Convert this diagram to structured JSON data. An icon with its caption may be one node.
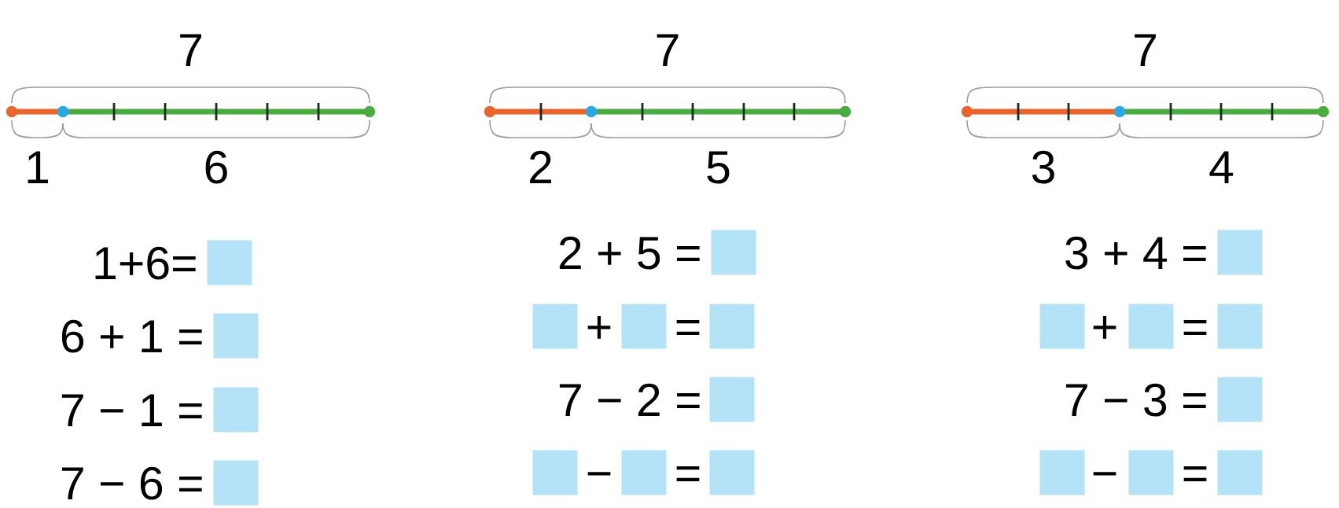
{
  "diagram": {
    "nodes": [
      {
        "text": [],
        "shape": "box"
      },
      {
        "text": [],
        "shape": "box"
      },
      {
        "text": [],
        "shape": "box"
      },
      {
        "text": [],
        "shape": "box"
      },
      {
        "text": [],
        "shape": "box"
      },
      {
        "text": [],
        "shape": "box"
      },
      {
        "text": [],
        "shape": "box"
      },
      {
        "text": [],
        "shape": "box"
      },
      {
        "text": [],
        "shape": "box"
      },
      {
        "text": [],
        "shape": "box"
      },
      {
        "text": [],
        "shape": "box"
      },
      {
        "text": [],
        "shape": "box"
      },
      {
        "text": [],
        "shape": "box"
      },
      {
        "text": [],
        "shape": "box"
      },
      {
        "text": [],
        "shape": "box"
      },
      {
        "text": [],
        "shape": "box"
      },
      {
        "text": [],
        "shape": "box"
      },
      {
        "text": [],
        "shape": "box"
      },
      {
        "text": [],
        "shape": "box"
      },
      {
        "text": [],
        "shape": "box"
      }
    ],
    "labels": [
      "7",
      "1",
      "6",
      "1+6=",
      "6 + 1 =",
      "7 − 1 =",
      "7 − 6 =",
      "7",
      "2",
      "5",
      "2 + 5 =",
      "+",
      "=",
      "7 − 2 =",
      "−",
      "=",
      "7",
      "3",
      "4",
      "3 + 4 =",
      "+",
      "=",
      "7 − 3 =",
      "−",
      "="
    ]
  }
}
